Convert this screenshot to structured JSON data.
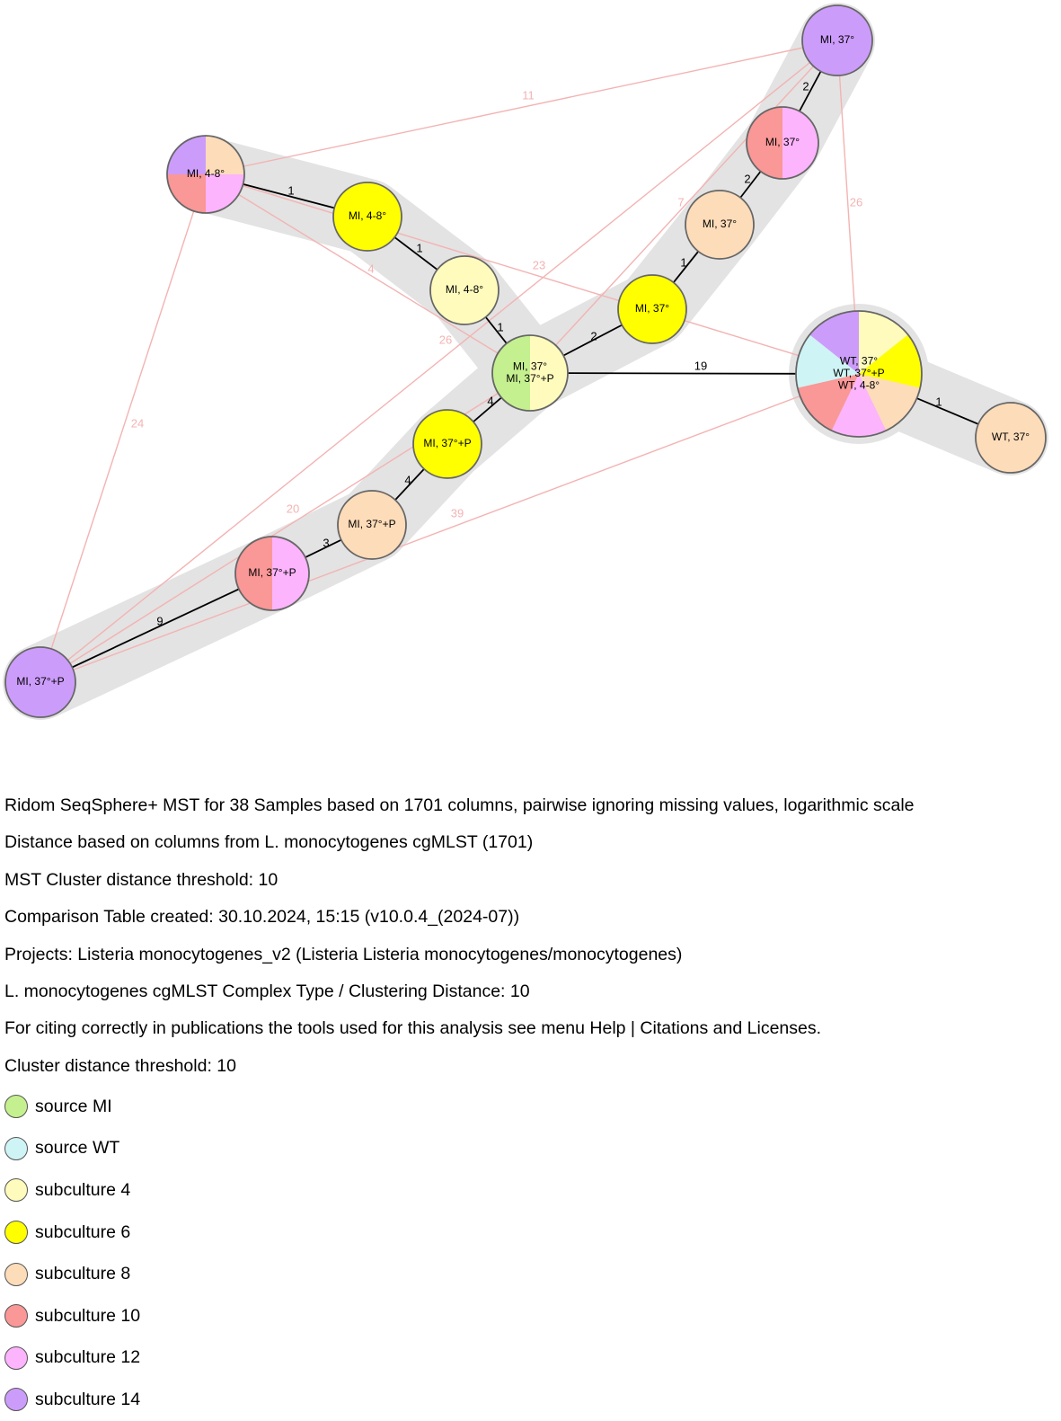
{
  "colors": {
    "source_mi": "#c5f08f",
    "source_wt": "#cff4f5",
    "subculture_4": "#fefbbc",
    "subculture_6": "#ffff00",
    "subculture_8": "#fddcb9",
    "subculture_10": "#fa9797",
    "subculture_12": "#fcb4fc",
    "subculture_14": "#cc9cfb",
    "cluster_shade": "#e3e3e3",
    "link_black": "#000000",
    "link_pink": "#f3b3b3",
    "node_border": "#666666"
  },
  "nodes": [
    {
      "id": "n1",
      "lines": [
        "MI, 37°"
      ],
      "slices": [
        "subculture_14"
      ]
    },
    {
      "id": "n2",
      "lines": [
        "MI, 37°"
      ],
      "slices": [
        "subculture_12",
        "subculture_10"
      ]
    },
    {
      "id": "n3",
      "lines": [
        "MI, 37°"
      ],
      "slices": [
        "subculture_8"
      ]
    },
    {
      "id": "n4",
      "lines": [
        "MI, 37°"
      ],
      "slices": [
        "subculture_6"
      ]
    },
    {
      "id": "n5",
      "lines": [
        "MI, 4-8°"
      ],
      "slices": [
        "subculture_8",
        "subculture_12",
        "subculture_10",
        "subculture_14"
      ]
    },
    {
      "id": "n6",
      "lines": [
        "MI, 4-8°"
      ],
      "slices": [
        "subculture_6"
      ]
    },
    {
      "id": "n7",
      "lines": [
        "MI, 4-8°"
      ],
      "slices": [
        "subculture_4"
      ]
    },
    {
      "id": "n8",
      "lines": [
        "MI, 37°",
        "MI, 37°+P"
      ],
      "slices": [
        "subculture_4",
        "source_mi"
      ]
    },
    {
      "id": "n9",
      "lines": [
        "MI, 37°+P"
      ],
      "slices": [
        "subculture_6"
      ]
    },
    {
      "id": "n10",
      "lines": [
        "MI, 37°+P"
      ],
      "slices": [
        "subculture_8"
      ]
    },
    {
      "id": "n11",
      "lines": [
        "MI, 37°+P"
      ],
      "slices": [
        "subculture_12",
        "subculture_10"
      ]
    },
    {
      "id": "n12",
      "lines": [
        "MI, 37°+P"
      ],
      "slices": [
        "subculture_14"
      ]
    },
    {
      "id": "n13",
      "lines": [
        "WT, 37°",
        "WT, 37°+P",
        "WT, 4-8°"
      ],
      "slices": [
        "subculture_4",
        "subculture_6",
        "subculture_8",
        "subculture_12",
        "subculture_10",
        "source_wt",
        "subculture_14"
      ]
    },
    {
      "id": "n14",
      "lines": [
        "WT, 37°"
      ],
      "slices": [
        "subculture_8"
      ]
    }
  ],
  "links": [
    {
      "from": "n1",
      "to": "n2",
      "label": "2",
      "type": "tree"
    },
    {
      "from": "n2",
      "to": "n3",
      "label": "2",
      "type": "tree"
    },
    {
      "from": "n3",
      "to": "n4",
      "label": "1",
      "type": "tree"
    },
    {
      "from": "n4",
      "to": "n8",
      "label": "2",
      "type": "tree"
    },
    {
      "from": "n5",
      "to": "n6",
      "label": "1",
      "type": "tree"
    },
    {
      "from": "n6",
      "to": "n7",
      "label": "1",
      "type": "tree"
    },
    {
      "from": "n7",
      "to": "n8",
      "label": "1",
      "type": "tree"
    },
    {
      "from": "n8",
      "to": "n9",
      "label": "4",
      "type": "tree"
    },
    {
      "from": "n9",
      "to": "n10",
      "label": "4",
      "type": "tree"
    },
    {
      "from": "n10",
      "to": "n11",
      "label": "3",
      "type": "tree"
    },
    {
      "from": "n11",
      "to": "n12",
      "label": "9",
      "type": "tree"
    },
    {
      "from": "n8",
      "to": "n13",
      "label": "19",
      "type": "tree"
    },
    {
      "from": "n13",
      "to": "n14",
      "label": "1",
      "type": "tree"
    },
    {
      "from": "n5",
      "to": "n1",
      "label": "11",
      "type": "extra"
    },
    {
      "from": "n1",
      "to": "n13",
      "label": "26",
      "type": "extra"
    },
    {
      "from": "n1",
      "to": "n8",
      "label": "7",
      "type": "extra"
    },
    {
      "from": "n5",
      "to": "n13",
      "label": "23",
      "type": "extra"
    },
    {
      "from": "n5",
      "to": "n8",
      "label": "4",
      "type": "extra"
    },
    {
      "from": "n5",
      "to": "n12",
      "label": "24",
      "type": "extra"
    },
    {
      "from": "n1",
      "to": "n12",
      "label": "26",
      "type": "extra"
    },
    {
      "from": "n8",
      "to": "n12",
      "label": "20",
      "type": "extra"
    },
    {
      "from": "n13",
      "to": "n12",
      "label": "39",
      "type": "extra"
    }
  ],
  "info_lines": [
    "Ridom SeqSphere+ MST for 38 Samples based on 1701 columns, pairwise ignoring missing values, logarithmic scale",
    "Distance based on columns from L. monocytogenes cgMLST (1701)",
    "MST Cluster distance threshold: 10",
    "Comparison Table created: 30.10.2024, 15:15 (v10.0.4_(2024-07))",
    "Projects: Listeria monocytogenes_v2 (Listeria Listeria monocytogenes/monocytogenes)",
    "L. monocytogenes cgMLST Complex Type / Clustering Distance: 10",
    "For citing correctly in publications the tools used for this analysis see menu Help | Citations and Licenses.",
    "Cluster distance threshold: 10"
  ],
  "legend": [
    {
      "label": "source MI",
      "color_key": "source_mi"
    },
    {
      "label": "source WT",
      "color_key": "source_wt"
    },
    {
      "label": "subculture 4",
      "color_key": "subculture_4"
    },
    {
      "label": "subculture 6",
      "color_key": "subculture_6"
    },
    {
      "label": "subculture 8",
      "color_key": "subculture_8"
    },
    {
      "label": "subculture 10",
      "color_key": "subculture_10"
    },
    {
      "label": "subculture 12",
      "color_key": "subculture_12"
    },
    {
      "label": "subculture 14",
      "color_key": "subculture_14"
    }
  ]
}
